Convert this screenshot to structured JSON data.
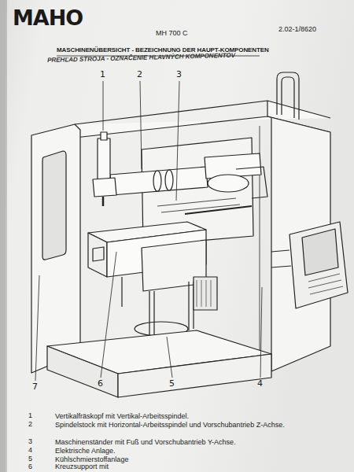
{
  "diagram": {
    "title": "MASCHINENÜBERSICHT - BEZEICHNUNG DER HAUPT-KOMPONENTEN",
    "labels": [
      "MAHO",
      "MH 700 C",
      "2.02-1/8620",
      "PREHĽAD STROJA - OZNAČENIE HLAVNÝCH KOMPONENTOV",
      "1",
      "2",
      "3",
      "7",
      "6",
      "5",
      "4",
      "1",
      "Vertikalfräskopf mit Vertikal-Arbeitsspindel.",
      "2",
      "Spindelstock mit Horizontal-Arbeitsspindel und Vorschubantrieb Z-Achse.",
      "3",
      "Maschinenständer mit Fuß und Vorschubantrieb Y-Achse.",
      "4",
      "Elektrische Anlage.",
      "5",
      "Kühlschmierstoffanlage",
      "6",
      "Kreuzsupport mit"
    ]
  }
}
